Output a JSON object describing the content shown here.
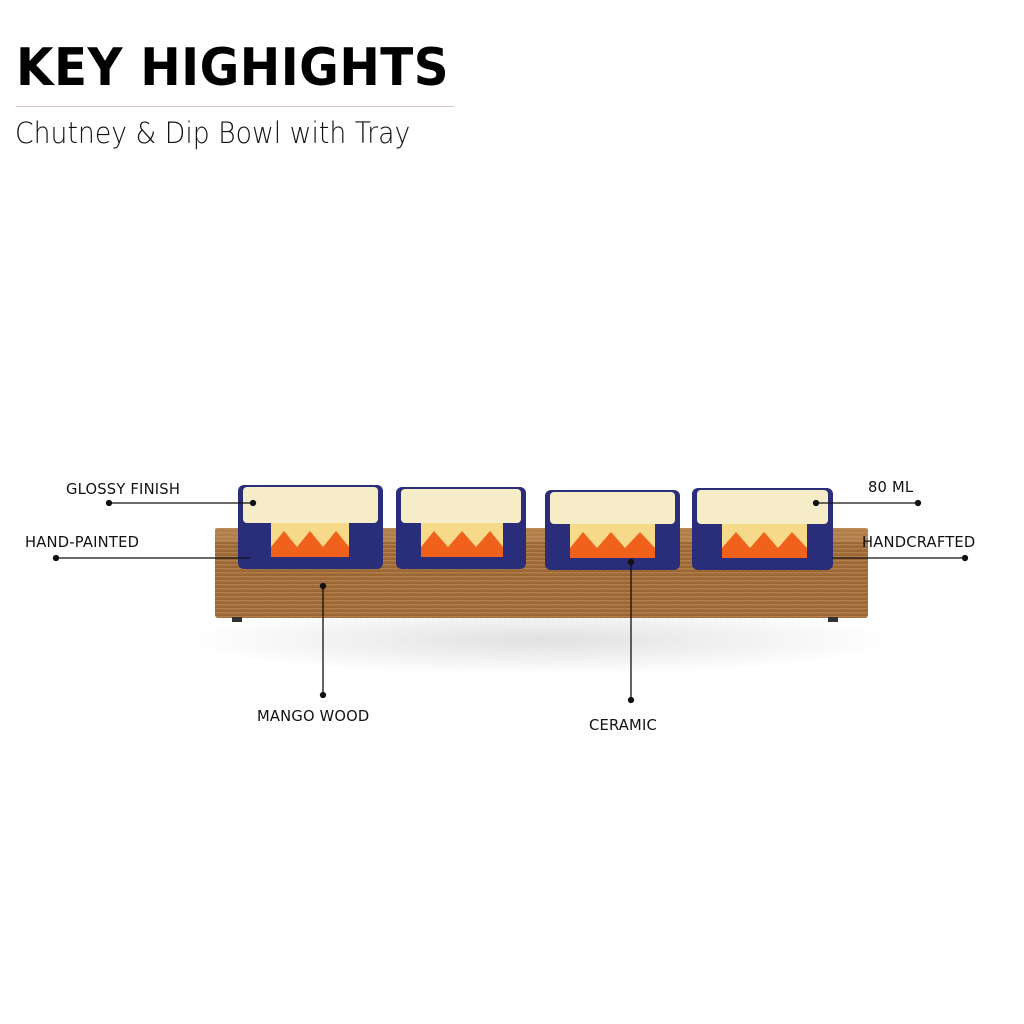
{
  "header": {
    "title": "KEY HIGHIGHTS",
    "subtitle": "Chutney & Dip Bowl with Tray"
  },
  "callouts": {
    "glossy_finish": "GLOSSY FINISH",
    "hand_painted": "HAND-PAINTED",
    "capacity": "80 ML",
    "handcrafted": "HANDCRAFTED",
    "mango_wood": "MANGO WOOD",
    "ceramic": "CERAMIC"
  },
  "colors": {
    "wood": "#a4703f",
    "blue": "#2a2e7a",
    "orange": "#f0621c",
    "cream": "#f6ecc8",
    "yellow": "#f7d98a"
  }
}
